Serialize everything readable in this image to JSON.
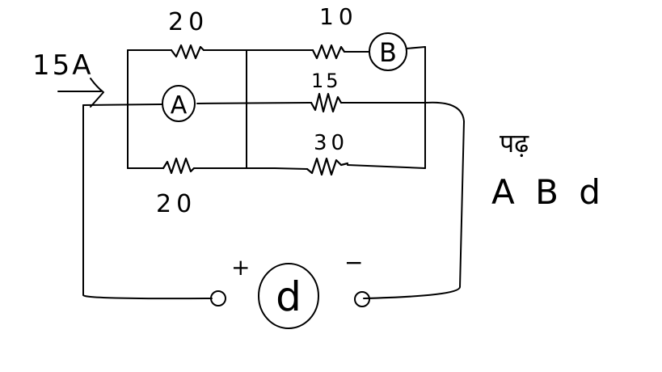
{
  "diagram": {
    "resistor_top_left": "20",
    "resistor_top_right": "10",
    "resistor_middle": "15",
    "resistor_bottom_right": "30",
    "resistor_bottom_left": "20",
    "meter_a": "A",
    "meter_b": "B",
    "meter_c": "d",
    "input_current": "15A",
    "positive_terminal": "+",
    "negative_terminal": "−",
    "side_note_word": "पढ़",
    "side_note_letters": "A B d"
  },
  "colors": {
    "ink": "#000000",
    "background": "#ffffff"
  }
}
